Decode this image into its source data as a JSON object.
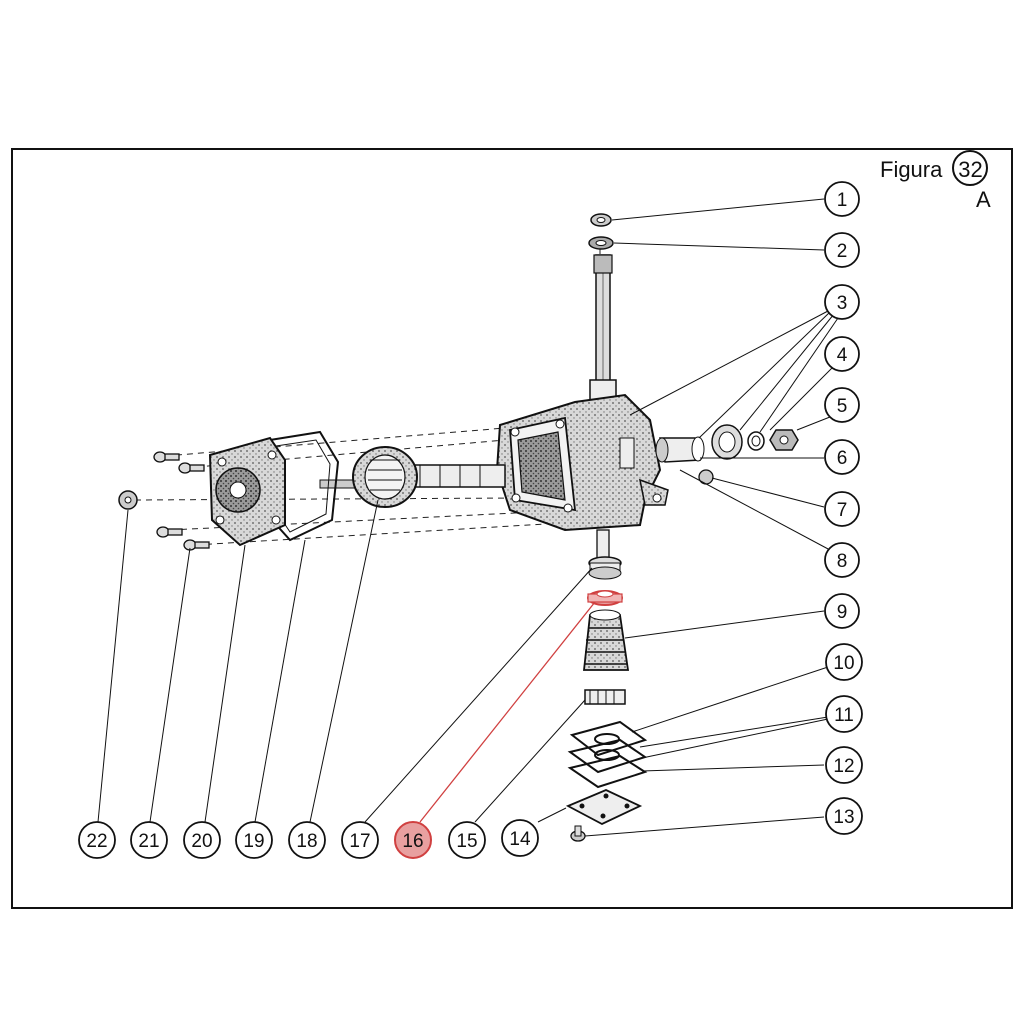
{
  "figure": {
    "label": "Figura",
    "number": "32",
    "sub": "A"
  },
  "highlight_color": "#e8a0a0",
  "highlight_stroke": "#d04040",
  "callouts": {
    "c1": "1",
    "c2": "2",
    "c3": "3",
    "c4": "4",
    "c5": "5",
    "c6": "6",
    "c7": "7",
    "c8": "8",
    "c9": "9",
    "c10": "10",
    "c11": "11",
    "c12": "12",
    "c13": "13",
    "c14": "14",
    "c15": "15",
    "c16": "16",
    "c17": "17",
    "c18": "18",
    "c19": "19",
    "c20": "20",
    "c21": "21",
    "c22": "22"
  }
}
